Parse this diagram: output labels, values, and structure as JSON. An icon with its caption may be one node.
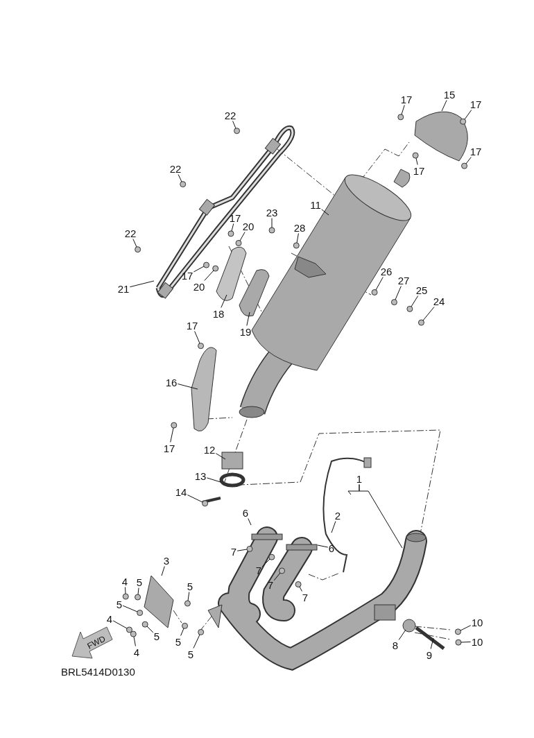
{
  "diagram": {
    "nodes": [
      {
        "text": [
          "17"
        ]
      },
      {
        "text": [
          "15"
        ]
      },
      {
        "text": [
          "17"
        ]
      },
      {
        "text": [
          "22"
        ]
      },
      {
        "text": [
          "17"
        ]
      },
      {
        "text": [
          "17"
        ]
      },
      {
        "text": [
          "22"
        ]
      },
      {
        "text": [
          "11"
        ]
      },
      {
        "text": [
          "23"
        ]
      },
      {
        "text": [
          "28"
        ]
      },
      {
        "text": [
          "17"
        ]
      },
      {
        "text": [
          "20"
        ]
      },
      {
        "text": [
          "22"
        ]
      },
      {
        "text": [
          "17"
        ]
      },
      {
        "text": [
          "20"
        ]
      },
      {
        "text": [
          "21"
        ]
      },
      {
        "text": [
          "26"
        ]
      },
      {
        "text": [
          "27"
        ]
      },
      {
        "text": [
          "25"
        ]
      },
      {
        "text": [
          "24"
        ]
      },
      {
        "text": [
          "18"
        ]
      },
      {
        "text": [
          "19"
        ]
      },
      {
        "text": [
          "17"
        ]
      },
      {
        "text": [
          "16"
        ]
      },
      {
        "text": [
          "17"
        ]
      },
      {
        "text": [
          "12"
        ]
      },
      {
        "text": [
          "13"
        ]
      },
      {
        "text": [
          "14"
        ]
      },
      {
        "text": [
          "1"
        ]
      },
      {
        "text": [
          "2"
        ]
      },
      {
        "text": [
          "6"
        ]
      },
      {
        "text": [
          "7"
        ]
      },
      {
        "text": [
          "6"
        ]
      },
      {
        "text": [
          "7"
        ]
      },
      {
        "text": [
          "7"
        ]
      },
      {
        "text": [
          "3"
        ]
      },
      {
        "text": [
          "7"
        ]
      },
      {
        "text": [
          "4"
        ]
      },
      {
        "text": [
          "5"
        ]
      },
      {
        "text": [
          "5"
        ]
      },
      {
        "text": [
          "5"
        ]
      },
      {
        "text": [
          "4"
        ]
      },
      {
        "text": [
          "5"
        ]
      },
      {
        "text": [
          "4"
        ]
      },
      {
        "text": [
          "5"
        ]
      },
      {
        "text": [
          "5"
        ]
      },
      {
        "text": [
          "8"
        ]
      },
      {
        "text": [
          "10"
        ]
      },
      {
        "text": [
          "9"
        ]
      },
      {
        "text": [
          "10"
        ]
      }
    ],
    "edges": [
      {
        "from": 0,
        "to": null,
        "arrow": "none"
      },
      {
        "from": 1,
        "to": null,
        "arrow": "none"
      },
      {
        "from": 2,
        "to": null,
        "arrow": "none"
      },
      {
        "from": 3,
        "to": null,
        "arrow": "none"
      },
      {
        "from": 4,
        "to": null,
        "arrow": "none"
      },
      {
        "from": 5,
        "to": null,
        "arrow": "none"
      },
      {
        "from": 6,
        "to": null,
        "arrow": "none"
      },
      {
        "from": 7,
        "to": null,
        "arrow": "none"
      },
      {
        "from": 8,
        "to": null,
        "arrow": "none"
      },
      {
        "from": 9,
        "to": null,
        "arrow": "none"
      },
      {
        "from": 10,
        "to": null,
        "arrow": "none"
      },
      {
        "from": 11,
        "to": null,
        "arrow": "none"
      },
      {
        "from": 12,
        "to": null,
        "arrow": "none"
      },
      {
        "from": 13,
        "to": null,
        "arrow": "none"
      },
      {
        "from": 14,
        "to": null,
        "arrow": "none"
      },
      {
        "from": 15,
        "to": null,
        "arrow": "none"
      },
      {
        "from": 16,
        "to": null,
        "arrow": "none"
      },
      {
        "from": 17,
        "to": null,
        "arrow": "none"
      },
      {
        "from": 18,
        "to": null,
        "arrow": "none"
      },
      {
        "from": 19,
        "to": null,
        "arrow": "none"
      },
      {
        "from": 20,
        "to": null,
        "arrow": "none"
      },
      {
        "from": 21,
        "to": null,
        "arrow": "none"
      },
      {
        "from": 22,
        "to": null,
        "arrow": "none"
      },
      {
        "from": 23,
        "to": null,
        "arrow": "none"
      },
      {
        "from": 24,
        "to": null,
        "arrow": "none"
      },
      {
        "from": 25,
        "to": null,
        "arrow": "none"
      },
      {
        "from": 26,
        "to": null,
        "arrow": "none"
      },
      {
        "from": 27,
        "to": null,
        "arrow": "none"
      },
      {
        "from": 28,
        "to": null,
        "arrow": "none"
      },
      {
        "from": 28,
        "to": null,
        "arrow": "none"
      },
      {
        "from": 29,
        "to": null,
        "arrow": "none"
      },
      {
        "from": 30,
        "to": null,
        "arrow": "none"
      },
      {
        "from": 31,
        "to": null,
        "arrow": "none"
      },
      {
        "from": 32,
        "to": null,
        "arrow": "none"
      },
      {
        "from": 33,
        "to": null,
        "arrow": "none"
      },
      {
        "from": 34,
        "to": null,
        "arrow": "none"
      },
      {
        "from": 35,
        "to": null,
        "arrow": "none"
      },
      {
        "from": 36,
        "to": null,
        "arrow": "none"
      },
      {
        "from": 37,
        "to": null,
        "arrow": "none"
      },
      {
        "from": 38,
        "to": null,
        "arrow": "none"
      },
      {
        "from": 39,
        "to": null,
        "arrow": "none"
      },
      {
        "from": 40,
        "to": null,
        "arrow": "none"
      },
      {
        "from": 41,
        "to": null,
        "arrow": "none"
      },
      {
        "from": 42,
        "to": null,
        "arrow": "none"
      },
      {
        "from": 43,
        "to": null,
        "arrow": "none"
      },
      {
        "from": 44,
        "to": null,
        "arrow": "none"
      },
      {
        "from": 45,
        "to": null,
        "arrow": "none"
      },
      {
        "from": 46,
        "to": null,
        "arrow": "none"
      },
      {
        "from": 47,
        "to": null,
        "arrow": "none"
      },
      {
        "from": 48,
        "to": null,
        "arrow": "none"
      },
      {
        "from": 49,
        "to": null,
        "arrow": "none"
      }
    ],
    "labels": [
      "FWD",
      "BRL5414D0130"
    ]
  }
}
